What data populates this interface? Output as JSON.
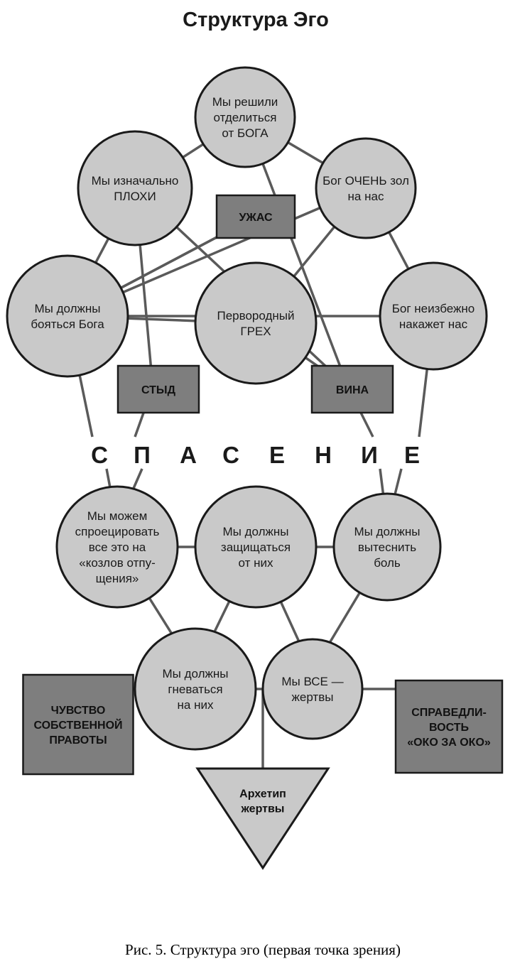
{
  "title": "Структура Эго",
  "caption": "Рис. 5. Структура эго (первая точка зрения)",
  "salvation_letters": [
    "С",
    "П",
    "А",
    "С",
    "Е",
    "Н",
    "И",
    "Е"
  ],
  "nodes": {
    "separate": {
      "lines": [
        "Мы решили",
        "отделиться",
        "от БОГА"
      ]
    },
    "bad": {
      "lines": [
        "Мы изначально",
        "ПЛОХИ"
      ]
    },
    "angry_god": {
      "lines": [
        "Бог ОЧЕНЬ зол",
        "на нас"
      ]
    },
    "fear_god": {
      "lines": [
        "Мы должны",
        "бояться Бога"
      ]
    },
    "sin": {
      "lines": [
        "Первородный",
        "ГРЕХ"
      ]
    },
    "punish": {
      "lines": [
        "Бог неизбежно",
        "накажет нас"
      ]
    },
    "project": {
      "lines": [
        "Мы можем",
        "спроецировать",
        "все это на",
        "«козлов отпу-",
        "щения»"
      ]
    },
    "defend": {
      "lines": [
        "Мы должны",
        "защищаться",
        "от них"
      ]
    },
    "repress": {
      "lines": [
        "Мы должны",
        "вытеснить",
        "боль"
      ]
    },
    "anger": {
      "lines": [
        "Мы должны",
        "гневаться",
        "на них"
      ]
    },
    "victims": {
      "lines": [
        "Мы ВСЕ —",
        "жертвы"
      ]
    },
    "horror": {
      "lines": [
        "УЖАС"
      ]
    },
    "shame": {
      "lines": [
        "СТЫД"
      ]
    },
    "guilt": {
      "lines": [
        "ВИНА"
      ]
    },
    "righteous": {
      "lines": [
        "ЧУВСТВО",
        "СОБСТВЕННОЙ",
        "ПРАВОТЫ"
      ]
    },
    "justice": {
      "lines": [
        "СПРАВЕДЛИ-",
        "ВОСТЬ",
        "«ОКО ЗА ОКО»"
      ]
    },
    "archetype": {
      "lines": [
        "Архетип",
        "жертвы"
      ]
    }
  },
  "colors": {
    "circle_fill": "#c9c9c9",
    "box_fill": "#7e7e7e",
    "line": "#5a5a5a",
    "outline": "#1a1a1a"
  }
}
